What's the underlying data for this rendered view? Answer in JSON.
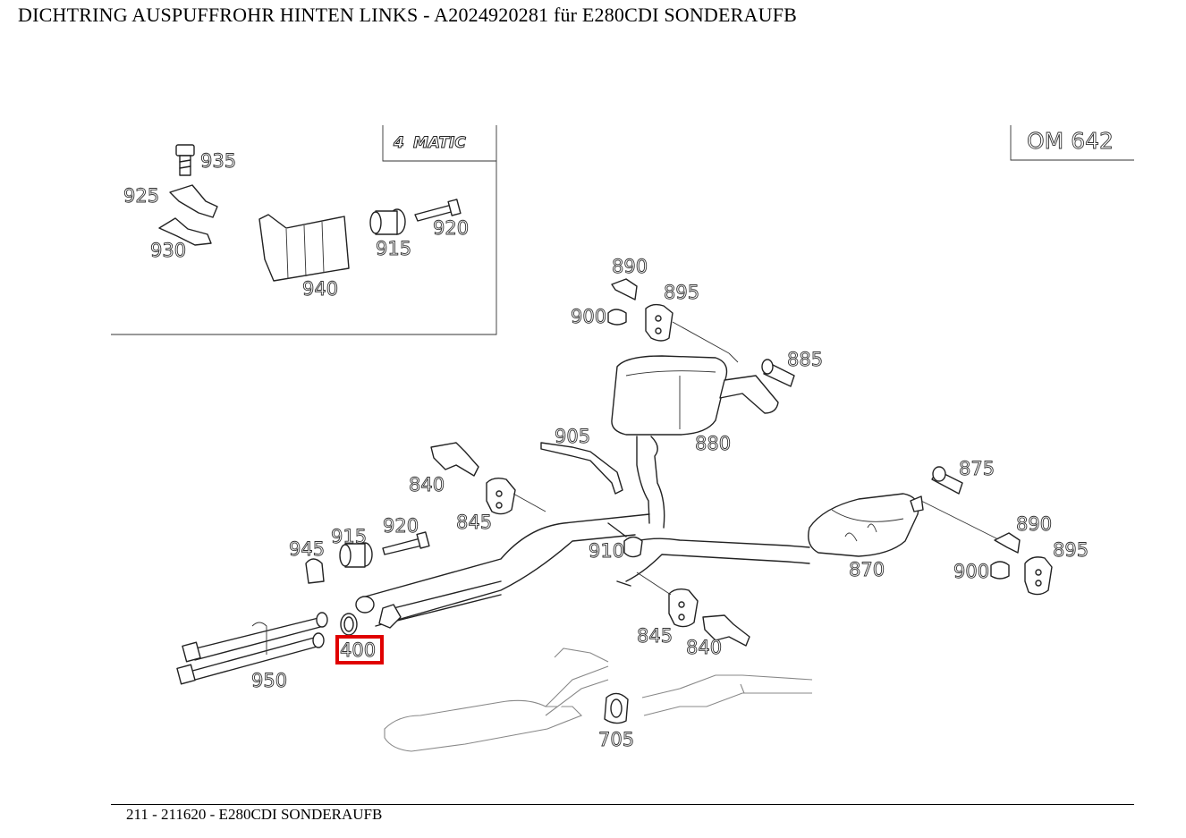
{
  "title": "DICHTRING AUSPUFFROHR HINTEN LINKS - A2024920281 für E280CDI SONDERAUFB",
  "footer": "211 - 211620 - E280CDI SONDERAUFB",
  "inset_badge": "MATIC",
  "inset_badge_number": "4",
  "engine_tag": "OM 642",
  "highlight_color": "#e00000",
  "highlighted_part": "400",
  "inset_labels": [
    "935",
    "925",
    "930",
    "940",
    "915",
    "920"
  ],
  "main_labels": [
    "890",
    "895",
    "900",
    "885",
    "880",
    "905",
    "840",
    "845",
    "920",
    "915",
    "945",
    "910",
    "870",
    "875",
    "890",
    "895",
    "900",
    "845",
    "840",
    "950",
    "705",
    "400"
  ]
}
